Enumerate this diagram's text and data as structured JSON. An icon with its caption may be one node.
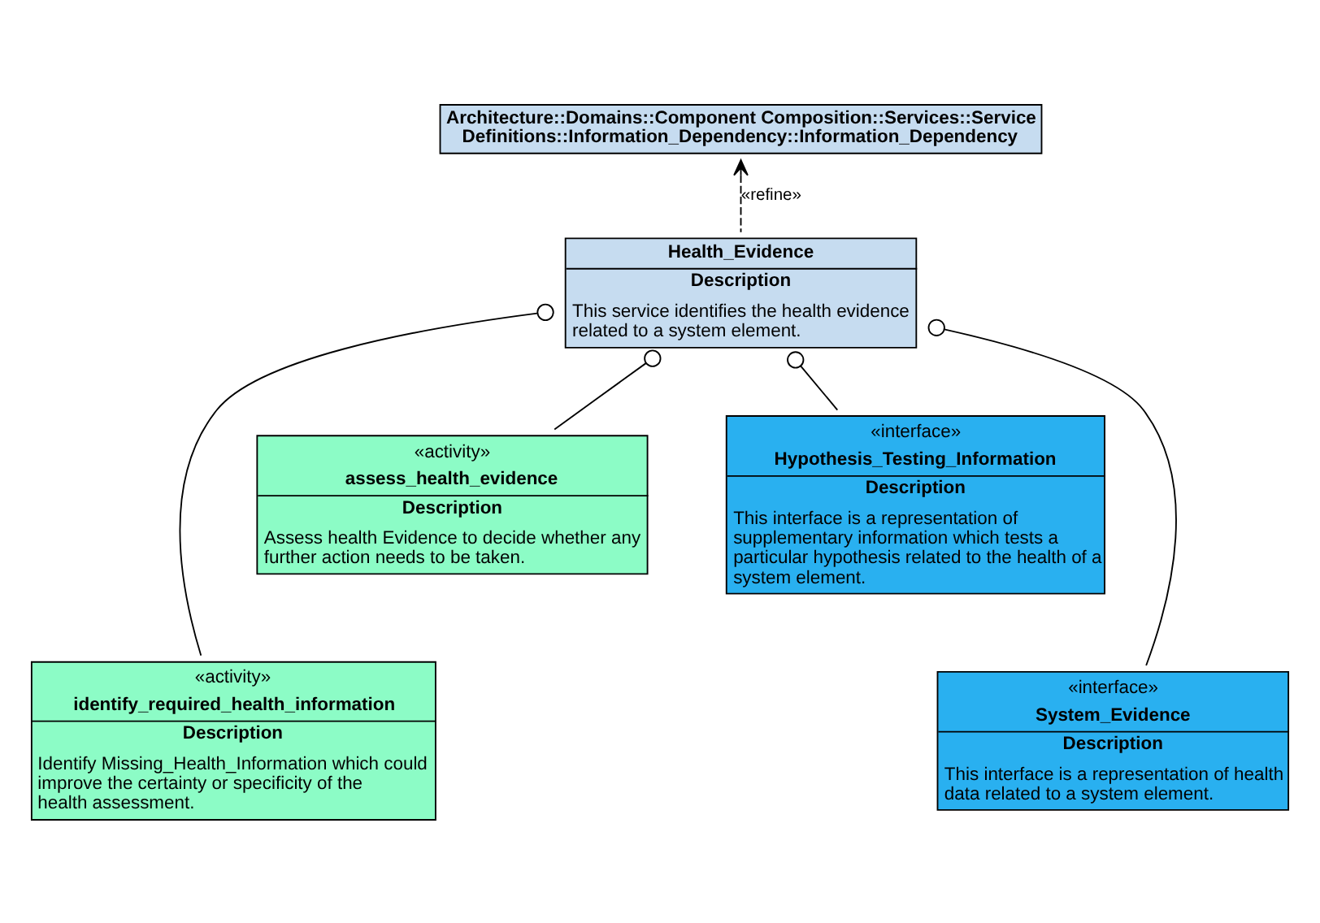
{
  "diagram": {
    "nodes": [
      {
        "text": [
          "Architecture::Domains::Component Composition::Services::Service Definitions::Information_Dependency::Information_Dependency"
        ]
      },
      {
        "text": [
          "Health_Evidence",
          "Description",
          "This service identifies the health evidence related to a system element."
        ]
      },
      {
        "text": [
          "«activity»",
          "assess_health_evidence",
          "Description",
          "Assess health Evidence to decide whether any further action needs to be taken."
        ]
      },
      {
        "text": [
          "«interface»",
          "Hypothesis_Testing_Information",
          "Description",
          "This interface is a representation of supplementary information which tests a particular hypothesis related to the health of a system element."
        ]
      },
      {
        "text": [
          "«activity»",
          "identify_required_health_information",
          "Description",
          "Identify Missing_Health_Information which could improve the certainty or specificity of the health assessment."
        ]
      },
      {
        "text": [
          "«interface»",
          "System_Evidence",
          "Description",
          "This interface is a representation of health data related to a system element."
        ]
      }
    ],
    "edges": [
      {
        "from": 1,
        "to": 0,
        "arrow": "to",
        "label": "«refine»",
        "style": "dashed"
      },
      {
        "from": 1,
        "to": 2,
        "arrow": "other"
      },
      {
        "from": 1,
        "to": 3,
        "arrow": "other"
      },
      {
        "from": 1,
        "to": 4,
        "arrow": "other"
      },
      {
        "from": 1,
        "to": 5,
        "arrow": "other"
      }
    ]
  }
}
